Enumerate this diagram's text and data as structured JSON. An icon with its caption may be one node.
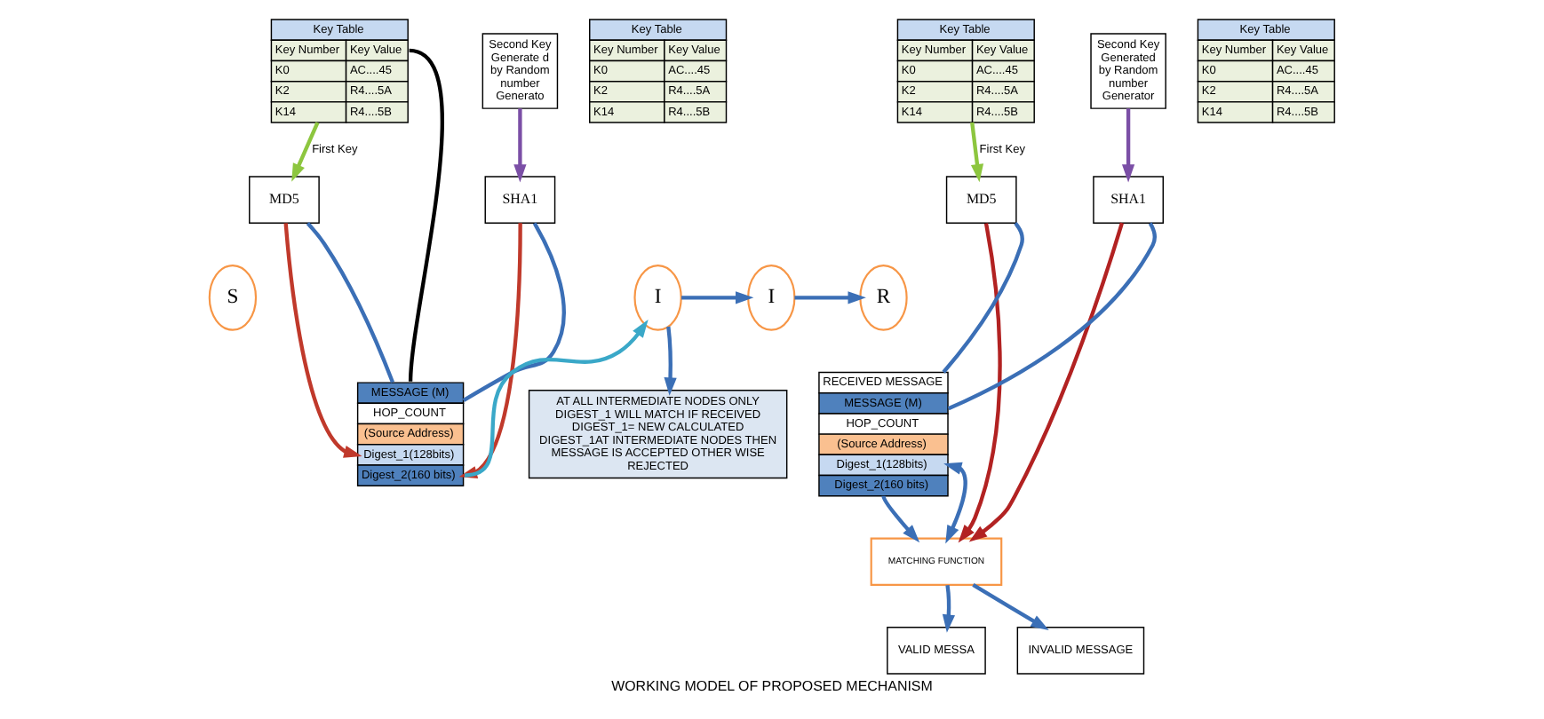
{
  "diagram": {
    "caption": "WORKING MODEL OF PROPOSED MECHANISM",
    "nodes": [
      {
        "text": [
          "Key Table",
          "Key Number",
          "Key Value",
          "K0",
          "AC....45",
          "K2",
          "R4....5A",
          "K14",
          "R4....5B"
        ]
      },
      {
        "text": [
          "Second Key Generate d by Random number Generato"
        ]
      },
      {
        "text": [
          "Key Table",
          "Key Number",
          "Key Value",
          "K0",
          "AC....45",
          "K2",
          "R4....5A",
          "K14",
          "R4....5B"
        ]
      },
      {
        "text": [
          "Key Table",
          "Key Number",
          "Key Value",
          "K0",
          "AC....45",
          "K2",
          "R4....5A",
          "K14",
          "R4....5B"
        ]
      },
      {
        "text": [
          "Key Table",
          "Key Number",
          "Key Value",
          "K0",
          "AC....45",
          "K2",
          "R4....5A",
          "K14",
          "R4....5B"
        ]
      },
      {
        "text": [
          "Second Key Generated by Random number Generator"
        ]
      },
      {
        "text": [
          "S"
        ]
      },
      {
        "text": [
          "MD5"
        ]
      },
      {
        "text": [
          "SHA1"
        ]
      },
      {
        "text": [
          "I"
        ]
      },
      {
        "text": [
          "I"
        ]
      },
      {
        "text": [
          "R"
        ]
      },
      {
        "text": [
          "MD5"
        ]
      },
      {
        "text": [
          "SHA1"
        ]
      },
      {
        "text": [
          "MESSAGE (M)",
          "HOP_COUNT",
          "(Source Address)",
          "Digest_1(128bits)",
          "Digest_2(160 bits)"
        ]
      },
      {
        "text": [
          "AT ALL INTERMEDIATE NODES ONLY DIGEST_1 WILL MATCH IF RECEIVED DIGEST_1= NEW CALCULATED DIGEST_1AT INTERMEDIATE NODES THEN MESSAGE IS ACCEPTED OTHER WISE REJECTED"
        ]
      },
      {
        "text": [
          "RECEIVED MESSAGE",
          "MESSAGE (M)",
          "HOP_COUNT",
          "(Source Address)",
          "Digest_1(128bits)",
          "Digest_2(160 bits)"
        ]
      },
      {
        "text": [
          "MATCHING FUNCTION"
        ]
      },
      {
        "text": [
          "VALID MESSA"
        ]
      },
      {
        "text": [
          "INVALID MESSAGE"
        ]
      }
    ],
    "edges": [
      {
        "from": 0,
        "to": 7,
        "arrow": "to",
        "label": "First Key",
        "color": "#8dc63f"
      },
      {
        "from": 1,
        "to": 8,
        "arrow": "to",
        "color": "#7b4fa6"
      },
      {
        "from": 0,
        "to": 14,
        "arrow": "none",
        "color": "#000000"
      },
      {
        "from": 14,
        "to": 7,
        "arrow": "none"
      },
      {
        "from": 14,
        "to": 8,
        "arrow": "none"
      },
      {
        "from": 7,
        "to": 14,
        "arrow": "to",
        "color": "#c0392b"
      },
      {
        "from": 8,
        "to": 14,
        "arrow": "to",
        "color": "#c0392b"
      },
      {
        "from": 14,
        "to": 9,
        "arrow": "to",
        "color": "#3aa8c8"
      },
      {
        "from": 9,
        "to": 10,
        "arrow": "to"
      },
      {
        "from": 9,
        "to": 15,
        "arrow": "to"
      },
      {
        "from": 10,
        "to": 11,
        "arrow": "to"
      },
      {
        "from": 4,
        "to": 12,
        "arrow": "to",
        "label": "First Key",
        "color": "#8dc63f"
      },
      {
        "from": 5,
        "to": 13,
        "arrow": "to",
        "color": "#7b4fa6"
      },
      {
        "from": 16,
        "to": 12,
        "arrow": "none"
      },
      {
        "from": 16,
        "to": 13,
        "arrow": "none"
      },
      {
        "from": 12,
        "to": 17,
        "arrow": "to",
        "color": "#b22222"
      },
      {
        "from": 13,
        "to": 17,
        "arrow": "to",
        "color": "#b22222"
      },
      {
        "from": 16,
        "to": 17,
        "arrow": "to"
      },
      {
        "from": 16,
        "to": 17,
        "arrow": "both"
      },
      {
        "from": 17,
        "to": 18,
        "arrow": "to"
      },
      {
        "from": 17,
        "to": 19,
        "arrow": "to"
      }
    ]
  }
}
